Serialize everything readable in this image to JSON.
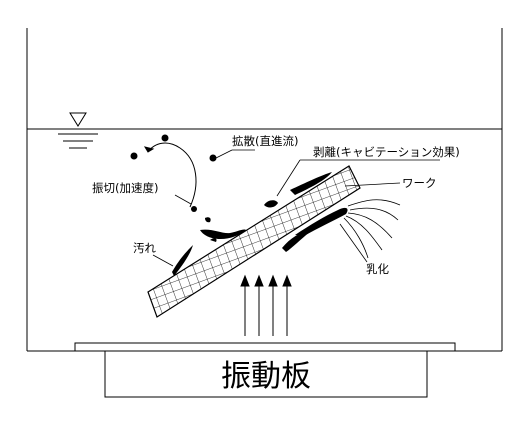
{
  "labels": {
    "diffusion": "拡散(直進流)",
    "peeling": "剥離(キャビテーション効果)",
    "workpiece": "ワーク",
    "shear": "振切(加速度)",
    "dirt": "汚れ",
    "emulsify": "乳化",
    "plate": "振動板"
  },
  "icons": {
    "water_level": "water-level-triangle-icon"
  }
}
